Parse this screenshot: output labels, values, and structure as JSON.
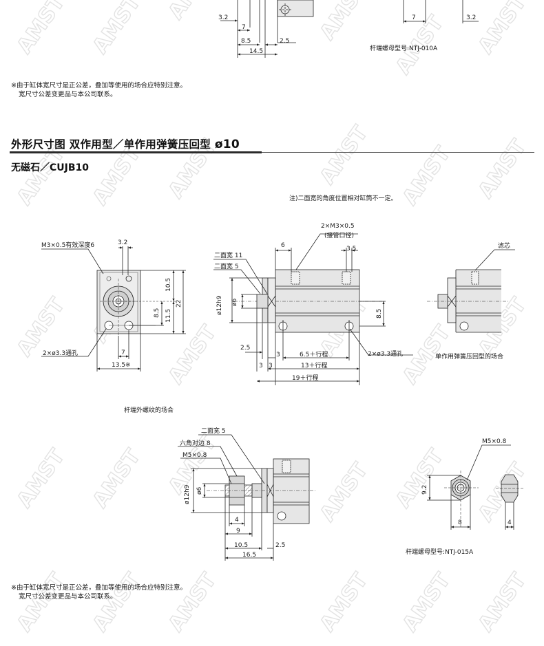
{
  "top_fragment": {
    "dims": [
      "3.2",
      "7",
      "8.5",
      "2.5",
      "14.5"
    ],
    "right_dims": [
      "7",
      "3.2"
    ],
    "nut_label": "杆端螺母型号:NTJ-010A"
  },
  "note_top": {
    "line1": "※由于缸体宽尺寸是正公差，叠加等使用的场合应特别注意。",
    "line2": "宽尺寸公差变更品与本公司联系。"
  },
  "section": {
    "title": "外形尺寸图  双作用型／单作用弹簧压回型",
    "diameter": "ø10",
    "subtitle": "无磁石／CUJB10"
  },
  "main_note": "注)二面宽的角度位置相对缸筒不一定。",
  "front_view": {
    "callout_thread": "M3×0.5有效深度6",
    "dim_top": "3.2",
    "dim_right_a": "10.5",
    "dim_right_b": "11.5",
    "dim_right_total": "22",
    "dim_right_inner": "8.5",
    "callout_holes": "2×ø3.3通孔",
    "dim_bottom_a": "7",
    "dim_bottom_total": "13.5※"
  },
  "side_view": {
    "port_label": "2×M3×0.5",
    "port_sub": "(接管口径)",
    "dim_6": "6",
    "dim_35": "3.5",
    "flat_11": "二面宽 11",
    "flat_5": "二面宽 5",
    "dia_rod": "ø12h9",
    "dia_6": "ø6",
    "dim_85": "8.5",
    "dim_25": "2.5",
    "dim_3a": "3",
    "dim_3b": "3",
    "dim_3c": "3",
    "dim_stroke1": "6.5＋行程",
    "dim_stroke2": "13＋行程",
    "dim_stroke3": "19＋行程",
    "callout_holes": "2×ø3.3通孔"
  },
  "spring_view": {
    "filter_label": "滤芯",
    "caption": "单作用弹簧压回型的场合"
  },
  "male_thread": {
    "caption": "杆端外螺纹的场合",
    "flat_5": "二面宽 5",
    "hex_8": "六角对边 8",
    "thread": "M5×0.8",
    "dia_rod": "ø12h9",
    "dia_6": "ø6",
    "dim_4": "4",
    "dim_9": "9",
    "dim_105": "10.5",
    "dim_25": "2.5",
    "dim_165": "16.5"
  },
  "nut": {
    "thread": "M5×0.8",
    "dim_92": "9.2",
    "dim_8": "8",
    "dim_4": "4",
    "label": "杆端螺母型号:NTJ-015A"
  },
  "note_bottom": {
    "line1": "※由于缸体宽尺寸是正公差，叠加等使用的场合应特别注意。",
    "line2": "宽尺寸公差变更品与本公司联系。"
  },
  "watermark": "AMST"
}
